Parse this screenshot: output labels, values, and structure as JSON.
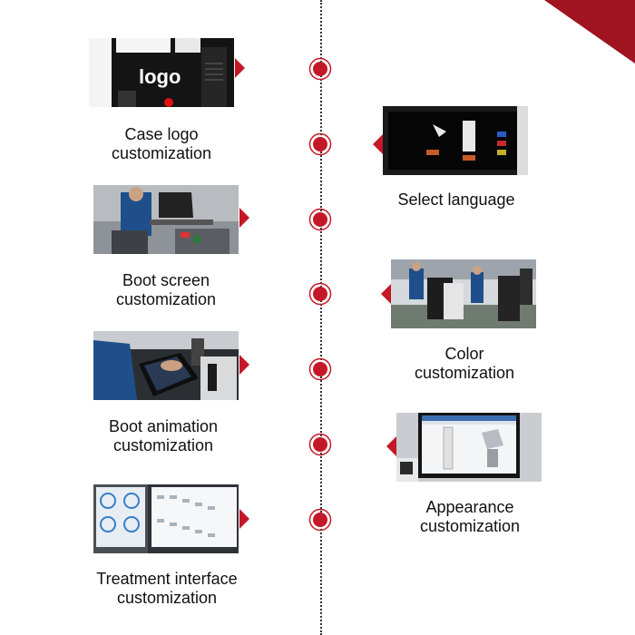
{
  "colors": {
    "accent": "#c41828",
    "corner": "#a01422"
  },
  "logo_text": "logo",
  "items": [
    {
      "line1": "Case logo",
      "line2": "customization"
    },
    {
      "line1": "Select language",
      "line2": ""
    },
    {
      "line1": "Boot screen",
      "line2": "customization"
    },
    {
      "line1": "Color",
      "line2": "customization"
    },
    {
      "line1": "Boot animation",
      "line2": "customization"
    },
    {
      "line1": "Appearance",
      "line2": "customization"
    },
    {
      "line1": "Treatment interface",
      "line2": "customization"
    }
  ]
}
